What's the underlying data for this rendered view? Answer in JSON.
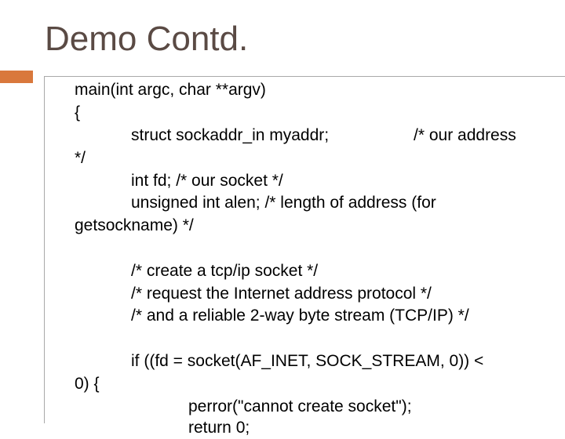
{
  "slide": {
    "title": "Demo Contd.",
    "code_lines": [
      "main(int argc, char **argv)",
      "{",
      "struct sockaddr_in myaddr;",
      "/* our address",
      "*/",
      "int fd;  /* our socket */",
      "unsigned int alen;    /* length of address (for",
      "getsockname) */",
      "/* create a tcp/ip socket */",
      "/* request the Internet address protocol */",
      "/* and a reliable 2-way byte stream (TCP/IP) */",
      "if ((fd = socket(AF_INET, SOCK_STREAM, 0)) <",
      "0) {",
      "perror(\"cannot create socket\");",
      "return 0;"
    ]
  },
  "colors": {
    "title": "#5a4a44",
    "accent": "#d9783c",
    "rule": "#a9a9a9"
  }
}
